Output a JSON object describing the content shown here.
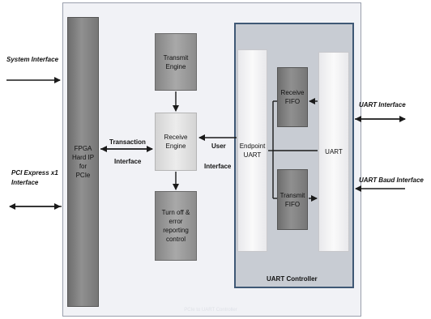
{
  "external": {
    "system_interface": "System Interface",
    "pci_express_line1": "PCI Express x1",
    "pci_express_line2": "Interface",
    "uart_interface": "UART Interface",
    "uart_baud_interface": "UART Baud Interface"
  },
  "blocks": {
    "fpga": [
      "FPGA",
      "Hard IP for",
      "PCIe"
    ],
    "transmit_engine": [
      "Transmit",
      "Engine"
    ],
    "receive_engine": [
      "Receive",
      "Engine"
    ],
    "turn_off": [
      "Turn off  &",
      "error",
      "reporting",
      "control"
    ],
    "endpoint_uart": [
      "Endpoint",
      "UART"
    ],
    "receive_fifo": [
      "Receive",
      "FIFO"
    ],
    "transmit_fifo": [
      "Transmit",
      "FIFO"
    ],
    "uart": "UART",
    "uart_controller": "UART Controller"
  },
  "labels": {
    "transaction": "Transaction",
    "interface": "Interface",
    "user": "User",
    "user_interface": "Interface"
  },
  "watermark": "PCIe to UART Controller",
  "colors": {
    "line": "#1a1a1a",
    "controller_border": "#3f5875"
  }
}
